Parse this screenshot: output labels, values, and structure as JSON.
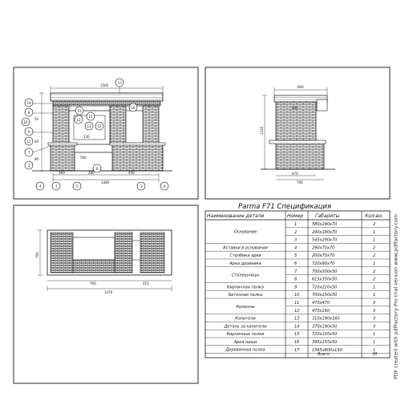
{
  "drawing": {
    "front_dims": [
      "1565",
      "1480",
      "360",
      "280",
      "130",
      "590",
      "50",
      "60",
      "80",
      "400",
      "70"
    ],
    "side_dims": [
      "600",
      "245",
      "1220",
      "470",
      "700"
    ],
    "plan_dims": [
      "1470",
      "700",
      "415",
      "750"
    ],
    "callouts": [
      "17",
      "14",
      "8",
      "10",
      "9",
      "11",
      "7",
      "2",
      "4",
      "1",
      "5",
      "3",
      "13",
      "12",
      "15",
      "16",
      "6"
    ]
  },
  "spec": {
    "title": "Parma F71   Спецификация",
    "headers": [
      "Наименование детали",
      "Номер",
      "Габариты",
      "Кол-во"
    ],
    "groups": [
      {
        "name": "Основание",
        "rows": [
          0,
          2
        ]
      },
      {
        "name": "Вставки в основании",
        "rows": [
          3,
          3
        ]
      },
      {
        "name": "Столбики арки",
        "rows": [
          4,
          4
        ]
      },
      {
        "name": "Арка дровника",
        "rows": [
          5,
          5
        ]
      },
      {
        "name": "Столешницы",
        "rows": [
          6,
          7
        ]
      },
      {
        "name": "Кирпичная полка",
        "rows": [
          8,
          8
        ]
      },
      {
        "name": "Бетонная полка",
        "rows": [
          9,
          9
        ]
      },
      {
        "name": "Колонны",
        "rows": [
          10,
          11
        ]
      },
      {
        "name": "Капители",
        "rows": [
          12,
          12
        ]
      },
      {
        "name": "Деталь за капители",
        "rows": [
          13,
          13
        ]
      },
      {
        "name": "Кирпичные полки",
        "rows": [
          14,
          14
        ]
      },
      {
        "name": "Арка ниши",
        "rows": [
          15,
          15
        ]
      },
      {
        "name": "Деревянная полка",
        "rows": [
          16,
          16
        ]
      }
    ],
    "rows": [
      [
        "1",
        "580x290x70",
        "2"
      ],
      [
        "2",
        "290x180x70",
        "1"
      ],
      [
        "3",
        "545x290x70",
        "1"
      ],
      [
        "4",
        "290x70x70",
        "2"
      ],
      [
        "5",
        "200x70x70",
        "2"
      ],
      [
        "6",
        "720x90x70",
        "1"
      ],
      [
        "7",
        "700x300x50",
        "2"
      ],
      [
        "8",
        "615x350x50",
        "2"
      ],
      [
        "9",
        "720x220x50",
        "1"
      ],
      [
        "10",
        "700x150x50",
        "1"
      ],
      [
        "11",
        "470x470",
        "3"
      ],
      [
        "12",
        "470x160",
        "3"
      ],
      [
        "13",
        "310x190x160",
        "3"
      ],
      [
        "14",
        "370x190x50",
        "3"
      ],
      [
        "15",
        "720x105x50",
        "1"
      ],
      [
        "16",
        "395x155x50",
        "1"
      ],
      [
        "17",
        "1565x800x150",
        "1"
      ]
    ],
    "total_label": "Всего",
    "total_value": "30"
  },
  "watermark": "PDF created with pdfFactory Pro trial version www.pdffactory.com"
}
